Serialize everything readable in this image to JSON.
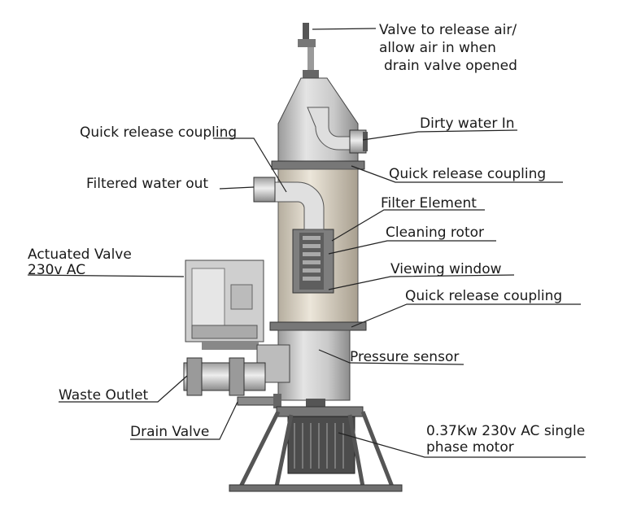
{
  "labels": {
    "valve_air": [
      "Valve to release air/",
      "allow air in when",
      "drain valve opened"
    ],
    "dirty_water_in": "Dirty water In",
    "quick_release_top": "Quick release coupling",
    "quick_release_right": "Quick release coupling",
    "filtered_water_out": "Filtered water out",
    "filter_element": "Filter Element",
    "cleaning_rotor": "Cleaning rotor",
    "actuated_valve": [
      "Actuated Valve",
      "230v AC"
    ],
    "viewing_window": "Viewing window",
    "quick_release_lower": "Quick release coupling",
    "pressure_sensor": "Pressure sensor",
    "waste_outlet": "Waste Outlet",
    "drain_valve": "Drain Valve",
    "motor": [
      "0.37Kw 230v AC single",
      "phase motor"
    ]
  }
}
